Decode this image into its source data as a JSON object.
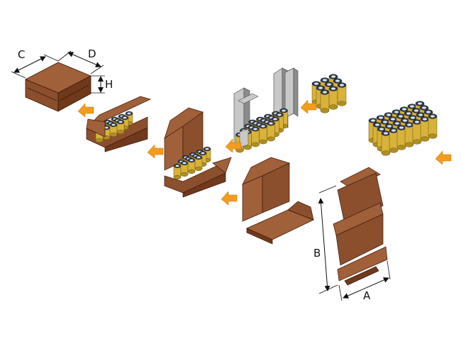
{
  "dimension_labels": {
    "length": "C",
    "depth": "D",
    "height": "H",
    "blank_length": "B",
    "blank_width": "A"
  },
  "colors": {
    "box_top": "#a0603a",
    "box_front": "#8b4f2e",
    "box_side": "#70391c",
    "box_edge": "#3b1a08",
    "cell_wrap": "#d8b23a",
    "cell_top": "#2c3a52",
    "cell_cap": "#dfe3ea",
    "frame_light": "#c8c8c8",
    "frame_dark": "#8c8c8c",
    "arrow": "#f39c1f"
  }
}
